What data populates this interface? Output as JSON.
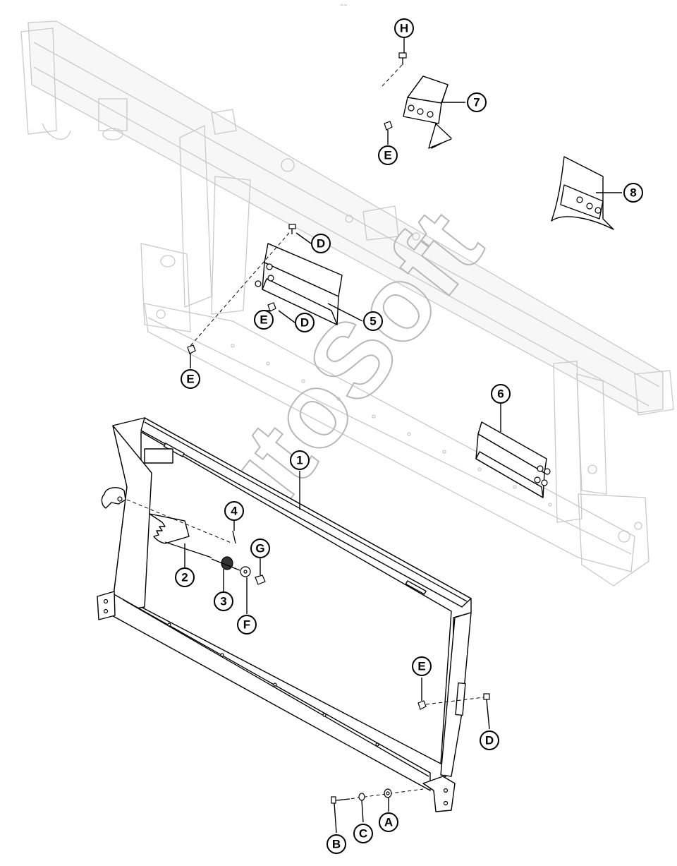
{
  "watermark": "AutoSoft",
  "top_mark": "~~",
  "callouts": [
    {
      "id": "1",
      "label": "1"
    },
    {
      "id": "2",
      "label": "2"
    },
    {
      "id": "3",
      "label": "3"
    },
    {
      "id": "4",
      "label": "4"
    },
    {
      "id": "5",
      "label": "5"
    },
    {
      "id": "6",
      "label": "6"
    },
    {
      "id": "7",
      "label": "7"
    },
    {
      "id": "8",
      "label": "8"
    },
    {
      "id": "A",
      "label": "A"
    },
    {
      "id": "B",
      "label": "B"
    },
    {
      "id": "C1",
      "label": "C"
    },
    {
      "id": "D1",
      "label": "D"
    },
    {
      "id": "D2",
      "label": "D"
    },
    {
      "id": "D3",
      "label": "D"
    },
    {
      "id": "E1",
      "label": "E"
    },
    {
      "id": "E2",
      "label": "E"
    },
    {
      "id": "E3",
      "label": "E"
    },
    {
      "id": "E4",
      "label": "E"
    },
    {
      "id": "F",
      "label": "F"
    },
    {
      "id": "G",
      "label": "G"
    },
    {
      "id": "H",
      "label": "H"
    }
  ]
}
